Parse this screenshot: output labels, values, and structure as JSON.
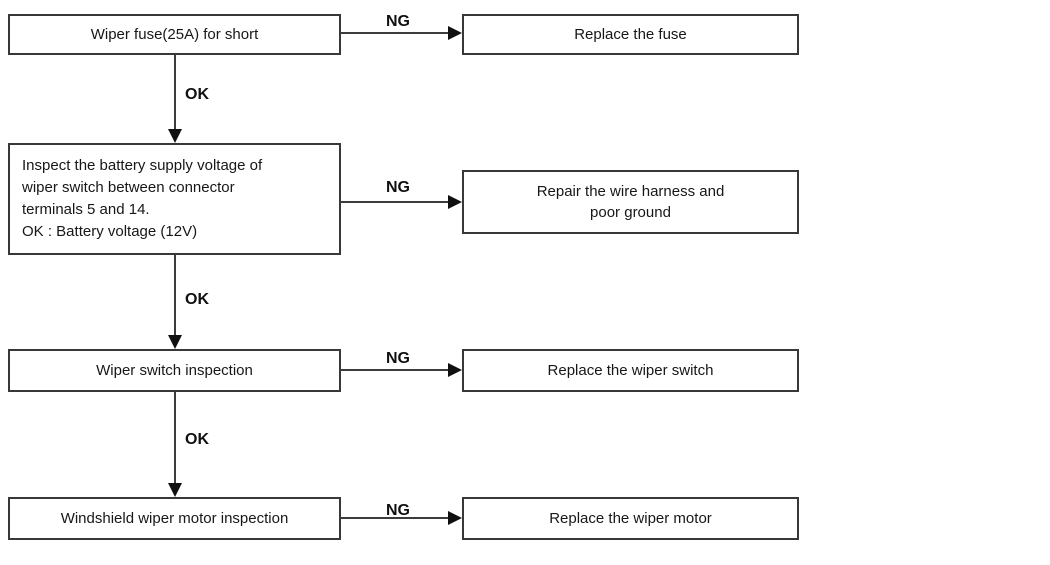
{
  "flowchart": {
    "steps": [
      {
        "check": "Wiper fuse(25A) for short",
        "ng_label": "NG",
        "action": "Replace the fuse",
        "ok_label": "OK"
      },
      {
        "check": "Inspect the battery supply voltage of\nwiper switch between connector\nterminals 5 and 14.\nOK : Battery voltage (12V)",
        "ng_label": "NG",
        "action": "Repair the wire harness and\npoor ground",
        "ok_label": "OK"
      },
      {
        "check": "Wiper switch inspection",
        "ng_label": "NG",
        "action": "Replace the wiper switch",
        "ok_label": "OK"
      },
      {
        "check": "Windshield wiper motor inspection",
        "ng_label": "NG",
        "action": "Replace the wiper motor"
      }
    ],
    "colors": {
      "background": "#ffffff",
      "box_border": "#383838",
      "line": "#3c3c3c",
      "text": "#171717"
    }
  }
}
